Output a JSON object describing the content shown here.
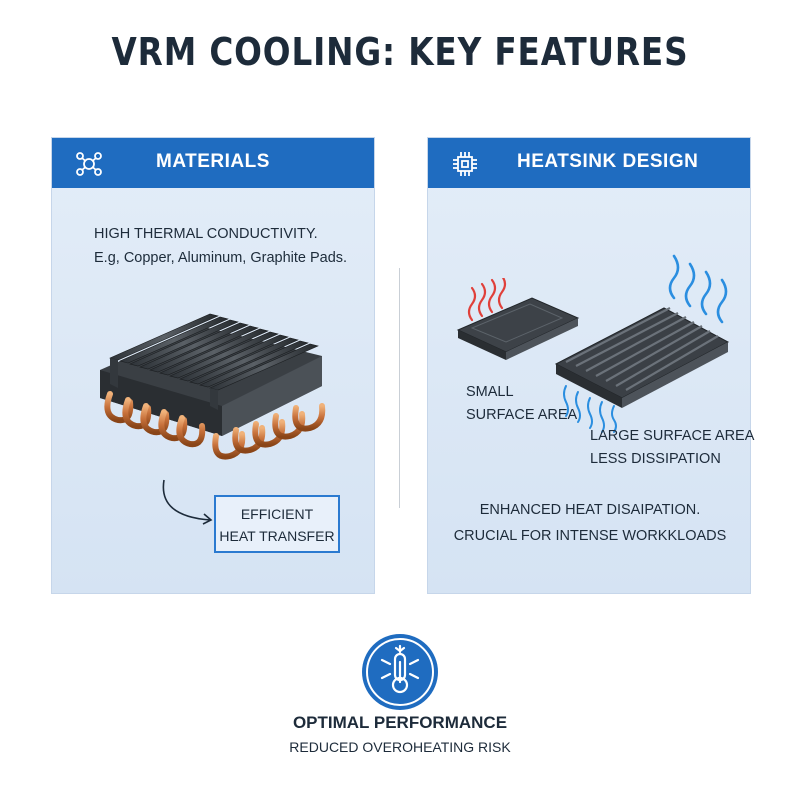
{
  "title": "VRM COOLING: KEY FEATURES",
  "materials": {
    "header": "MATERIALS",
    "header_icon": "molecule-icon",
    "line1": "HIGH THERMAL CONDUCTIVITY.",
    "line2": "E.g, Copper, Aluminum, Graphite Pads.",
    "callout_line1": "EFFICIENT",
    "callout_line2": "HEAT TRANSFER"
  },
  "heatsink": {
    "header": "HEATSINK DESIGN",
    "header_icon": "chip-icon",
    "small_line1": "SMALL",
    "small_line2": "SURFACE AREA",
    "large_line1": "LARGE SURFACE AREA",
    "large_line2": "LESS DISSIPATION",
    "summary_line1": "ENHANCED HEAT DISAIPATION.",
    "summary_line2": "CRUCIAL FOR INTENSE WORKKLOADS"
  },
  "footer": {
    "icon": "snowflake-thermometer-icon",
    "title": "OPTIMAL PERFORMANCE",
    "subtitle": "REDUCED OVEROHEATING RISK"
  },
  "colors": {
    "accent": "#1f6cc0",
    "heat": "#e0403a",
    "airflow": "#2a8ee0",
    "copper": "#c87a3c",
    "text": "#1d2b3a"
  }
}
